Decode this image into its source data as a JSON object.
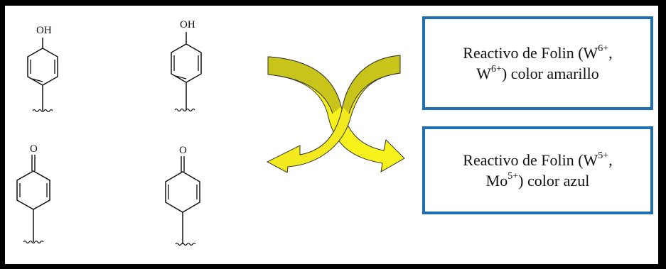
{
  "molecules": {
    "phenol_label": "OH",
    "quinone_label": "O"
  },
  "box_top": {
    "line1_main": "Reactivo de Folin (W",
    "line1_sup": "6+",
    "line1_end": ",",
    "line2_main": "W",
    "line2_sup": "6+",
    "line2_end": ") color amarillo"
  },
  "box_bottom": {
    "line1_main": "Reactivo de Folin (W",
    "line1_sup": "5+",
    "line1_end": ",",
    "line2_main": "Mo",
    "line2_sup": "5+",
    "line2_end": ") color azul"
  },
  "colors": {
    "border": "#000000",
    "box_border": "#1f6fb2",
    "arrow_dark": "#c8c41a",
    "arrow_light": "#f7f21c",
    "stroke": "#111111"
  }
}
